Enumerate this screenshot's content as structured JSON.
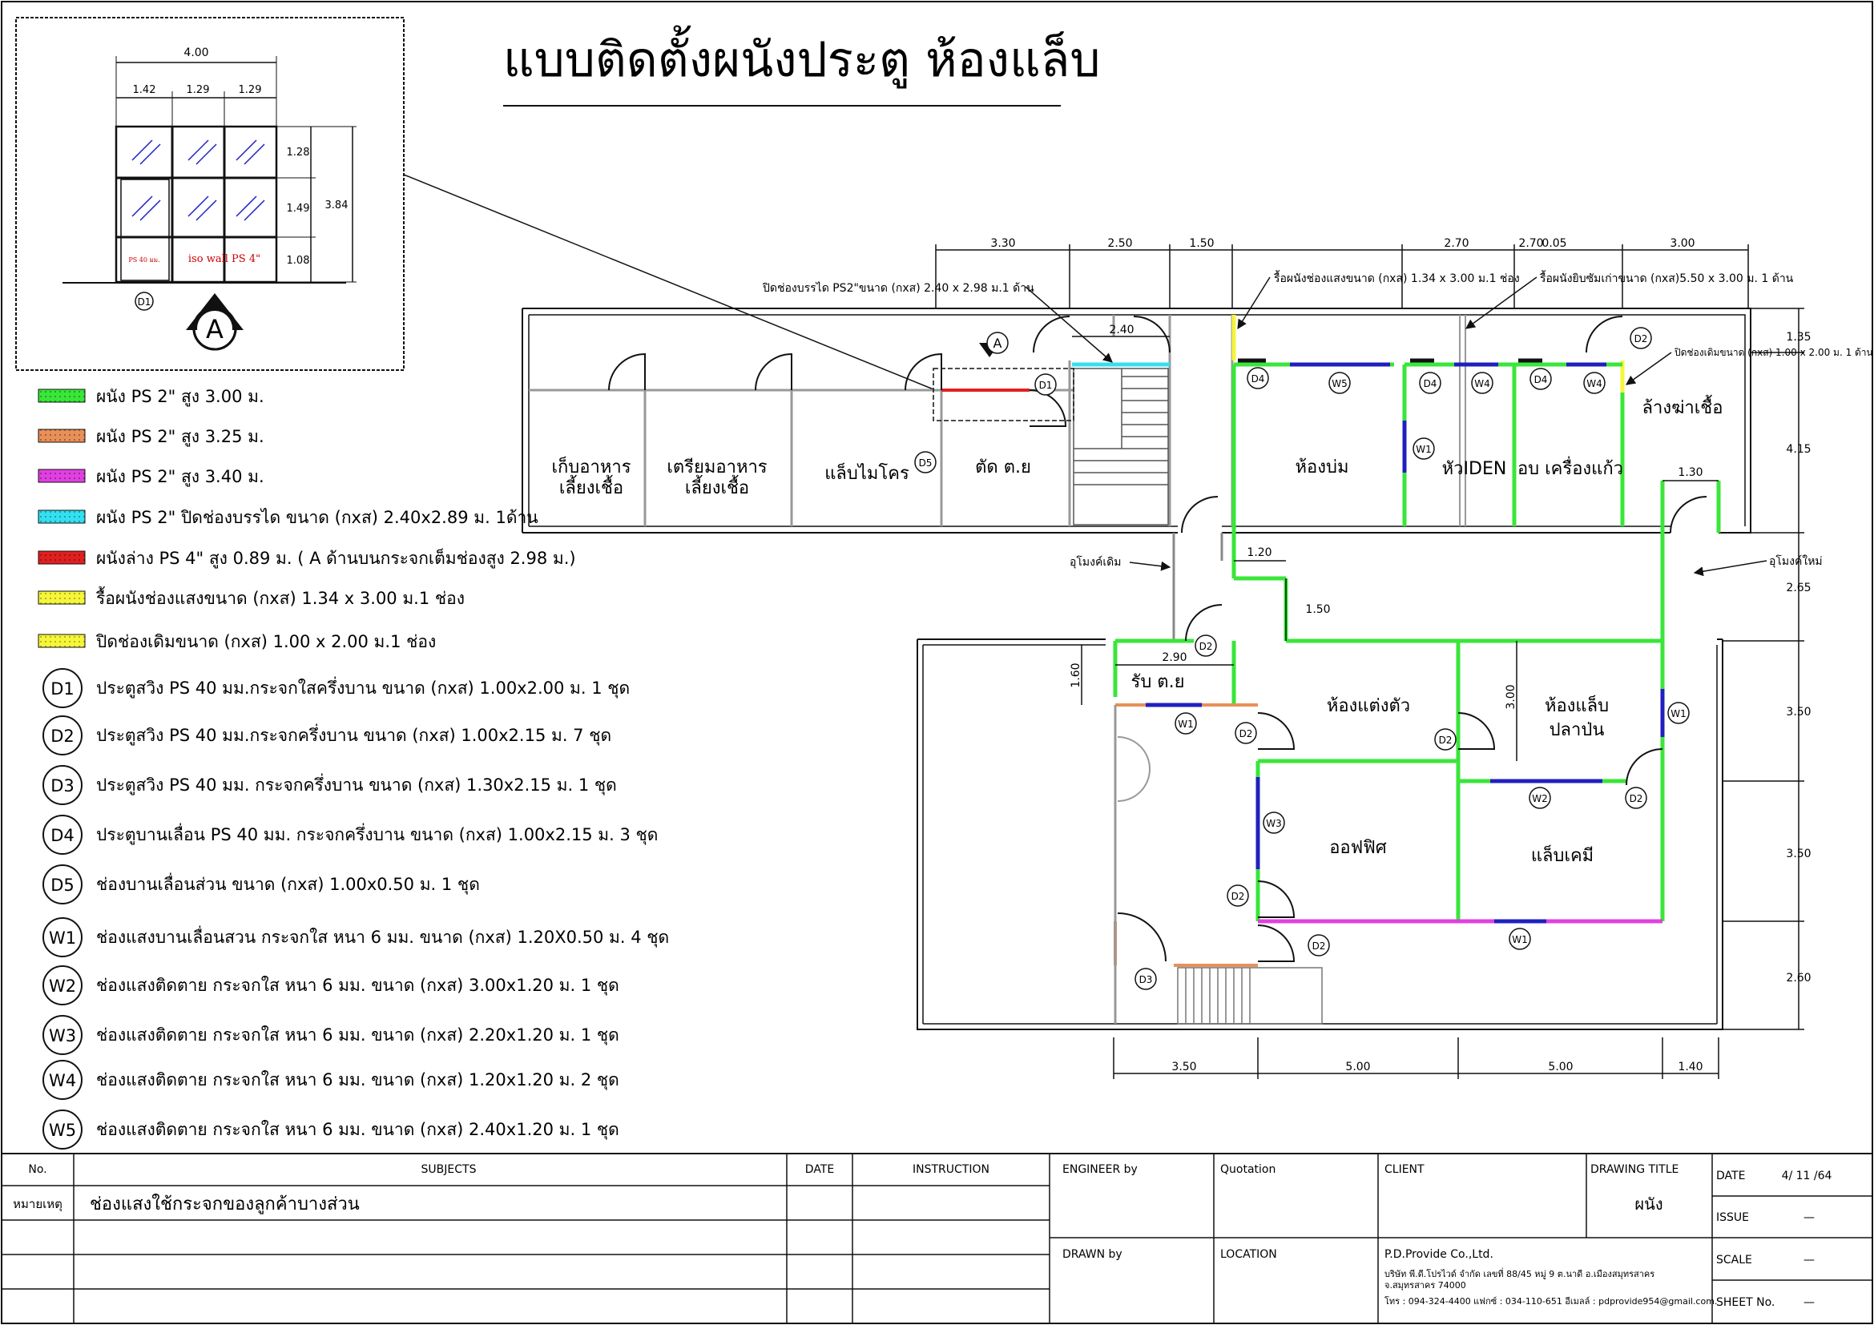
{
  "title": "แบบติดตั้งผนังประตู ห้องแล็บ",
  "colors": {
    "ps300": "#39e639",
    "ps325": "#e8905a",
    "ps340": "#e040e0",
    "cyan": "#33e0f0",
    "red": "#e02020",
    "yellow": "#f5f53a",
    "blue": "#2020c0"
  },
  "elevation": {
    "total": "4.00",
    "widths": [
      "1.42",
      "1.29",
      "1.29"
    ],
    "heights": [
      "1.28",
      "1.49",
      "1.08"
    ],
    "total_height": "3.84",
    "ps_label": "PS 40 มม.",
    "iso_label": "iso wall PS 4\"",
    "door_tag": "D1",
    "section_tag": "A"
  },
  "legend": {
    "swatches": [
      {
        "color": "#39e639",
        "text": "ผนัง PS 2\" สูง 3.00 ม."
      },
      {
        "color": "#e8905a",
        "text": "ผนัง PS 2\" สูง 3.25 ม."
      },
      {
        "color": "#e040e0",
        "text": "ผนัง PS 2\" สูง 3.40 ม."
      },
      {
        "color": "#33e0f0",
        "text": "ผนัง PS 2\" ปิดช่องบรรได ขนาด (กxส) 2.40x2.89 ม. 1ด้าน"
      },
      {
        "color": "#e02020",
        "text": "ผนังล่าง  PS 4\" สูง 0.89 ม. ( A ด้านบนกระจกเต็มช่องสูง 2.98 ม.)"
      },
      {
        "color": "#f5f53a",
        "text": "รื้อผนังช่องแสงขนาด (กxส) 1.34 x 3.00 ม.1 ช่อง"
      },
      {
        "color": "#f5f53a",
        "text": "ปิดช่องเดิมขนาด (กxส) 1.00 x 2.00 ม.1 ช่อง"
      }
    ],
    "codes": [
      {
        "tag": "D1",
        "text": "ประตูสวิง PS 40 มม.กระจกใสครึ่งบาน ขนาด (กxส) 1.00x2.00 ม. 1 ชุด"
      },
      {
        "tag": "D2",
        "text": "ประตูสวิง PS 40 มม.กระจกครึ่งบาน ขนาด (กxส) 1.00x2.15 ม. 7 ชุด"
      },
      {
        "tag": "D3",
        "text": "ประตูสวิง PS 40 มม. กระจกครึ่งบาน ขนาด (กxส) 1.30x2.15 ม. 1 ชุด"
      },
      {
        "tag": "D4",
        "text": "ประตูบานเลื่อน PS 40 มม. กระจกครึ่งบาน ขนาด (กxส) 1.00x2.15 ม. 3 ชุด"
      },
      {
        "tag": "D5",
        "text": "ช่องบานเลื่อนส่วน  ขนาด (กxส) 1.00x0.50 ม. 1 ชุด"
      },
      {
        "tag": "W1",
        "text": "ช่องแสงบานเลื่อนสวน กระจกใส หนา 6 มม. ขนาด (กxส) 1.20X0.50 ม. 4 ชุด"
      },
      {
        "tag": "W2",
        "text": "ช่องแสงติดตาย กระจกใส หนา 6 มม. ขนาด (กxส) 3.00x1.20 ม. 1 ชุด"
      },
      {
        "tag": "W3",
        "text": "ช่องแสงติดตาย กระจกใส หนา 6 มม. ขนาด (กxส) 2.20x1.20 ม. 1 ชุด"
      },
      {
        "tag": "W4",
        "text": "ช่องแสงติดตาย กระจกใส หนา 6 มม. ขนาด (กxส) 1.20x1.20 ม. 2 ชุด"
      },
      {
        "tag": "W5",
        "text": "ช่องแสงติดตาย กระจกใส หนา 6 มม. ขนาด (กxส) 2.40x1.20 ม. 1 ชุด"
      }
    ]
  },
  "plan": {
    "top_dims": [
      "3.30",
      "2.50",
      "1.50",
      "2.70",
      "2.70",
      "0.05",
      "3.00"
    ],
    "stair_dim": "2.40",
    "right_dims": [
      "1.35",
      "4.15",
      "2.65",
      "3.50",
      "3.50",
      "2.60"
    ],
    "bottom_dims": [
      "3.50",
      "5.00",
      "5.00",
      "1.40"
    ],
    "inner_dims": [
      "1.20",
      "1.50",
      "2.90",
      "1.60",
      "3.00",
      "1.30"
    ],
    "notes": {
      "cyan_note": "ปิดช่องบรรได PS2\"ขนาด (กxส) 2.40 x 2.98 ม.1 ด้าน",
      "yellow_note": "รื้อผนังช่องแสงขนาด (กxส) 1.34 x 3.00 ม.1 ช่อง",
      "gypsum_note": "รื้อผนังยิบซัมเก่าขนาด (กxส)5.50 x 3.00 ม. 1 ด้าน",
      "close_note": "ปิดช่องเดิมขนาด (กxส) 1.00 x 2.00 ม. 1 ด้าน",
      "old_tunnel": "อุโมงค์เดิม",
      "new_tunnel": "อุโมงค์ใหม่"
    },
    "rooms": {
      "store": [
        "เก็บอาหาร",
        "เลี้ยงเชื้อ"
      ],
      "prep": [
        "เตรียมอาหาร",
        "เลี้ยงเชื้อ"
      ],
      "micro": "แล็บไมโคร",
      "cut": "ตัด ต.ย",
      "incubate": "ห้องบ่ม",
      "iden": "หัวIDEN",
      "glass": "อบ เครื่องแก้ว",
      "wash": "ล้างฆ่าเชื้อ",
      "receive": "รับ ต.ย",
      "dress": "ห้องแต่งตัว",
      "fish": [
        "ห้องแล็บ",
        "ปลาป่น"
      ],
      "office": "ออฟฟิศ",
      "chem": "แล็บเคมี"
    }
  },
  "titleblock": {
    "no": "No.",
    "subjects": "SUBJECTS",
    "date_hdr": "DATE",
    "instruction": "INSTRUCTION",
    "remark_label": "หมายเหตุ",
    "remark_text": "ช่องแสงใช้กระจกของลูกค้าบางส่วน",
    "engineer": "ENGINEER by",
    "quotation": "Quotation",
    "client": "CLIENT",
    "drawing_title": "DRAWING TITLE",
    "drawing_name": "ผนัง",
    "drawn": "DRAWN  by",
    "location": "LOCATION",
    "company": "P.D.Provide Co.,Ltd.",
    "address1": "บริษัท พี.ดี.โปรไวด์ จำกัด เลขที่ 88/45 หมู่ 9 ต.นาดี อ.เมืองสมุทรสาคร",
    "address2": "จ.สมุทรสาคร 74000",
    "contact": "โทร : 094-324-4400  แฟกซ์ : 034-110-651  อีเมลล์ : pdprovide954@gmail.com.",
    "date_label": "DATE",
    "date_value": "4/ 11 /64",
    "issue_label": "ISSUE",
    "issue_value": "—",
    "scale_label": "SCALE",
    "scale_value": "—",
    "sheet_label": "SHEET No.",
    "sheet_value": "—"
  }
}
